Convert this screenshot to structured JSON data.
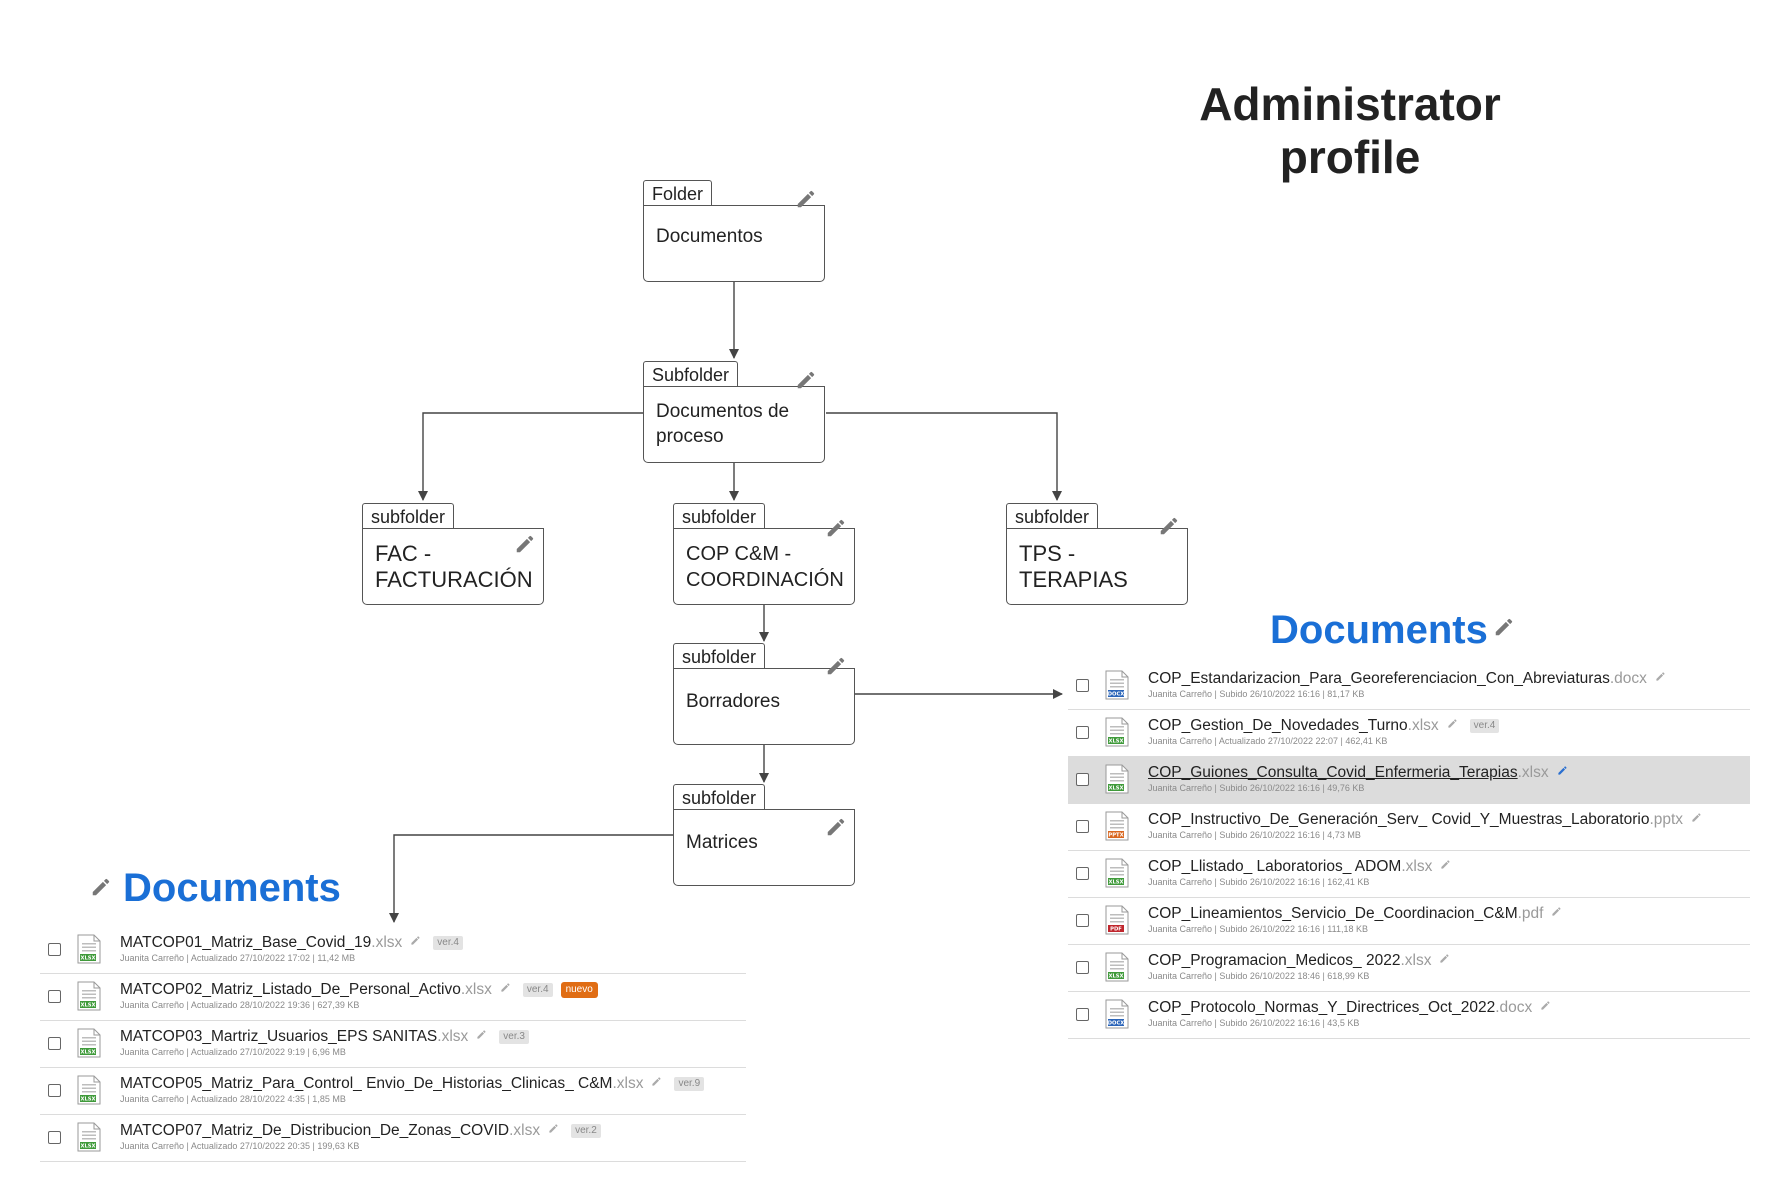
{
  "title": "Administrator\nprofile",
  "colors": {
    "heading_blue": "#1a6fd6",
    "line": "#444444",
    "nuevo_badge": "#e06d14",
    "highlight_row": "#dcdcdc"
  },
  "folders": {
    "documentos": {
      "tab": "Folder",
      "label": "Documentos"
    },
    "proceso": {
      "tab": "Subfolder",
      "label": "Documentos de\nproceso"
    },
    "fac": {
      "tab": "subfolder",
      "label": "FAC -\nFACTURACIÓN"
    },
    "cop": {
      "tab": "subfolder",
      "label": "COP C&M -\nCOORDINACIÓN"
    },
    "tps": {
      "tab": "subfolder",
      "label": "TPS -\nTERAPIAS"
    },
    "borradores": {
      "tab": "subfolder",
      "label": "Borradores"
    },
    "matrices": {
      "tab": "subfolder",
      "label": "Matrices"
    }
  },
  "right_panel": {
    "heading": "Documents",
    "files": [
      {
        "name": "COP_Estandarizacion_Para_Georeferenciacion_Con_Abreviaturas",
        "ext": ".docx",
        "type": "docx",
        "meta": "Juanita Carreño | Subido 26/10/2022 16:16 | 81,17 KB",
        "version": "",
        "highlight": false
      },
      {
        "name": "COP_Gestion_De_Novedades_Turno",
        "ext": ".xlsx",
        "type": "xlsx",
        "meta": "Juanita Carreño | Actualizado 27/10/2022 22:07 | 462,41 KB",
        "version": "ver.4",
        "highlight": false
      },
      {
        "name": "COP_Guiones_Consulta_Covid_Enfermeria_Terapias",
        "ext": ".xlsx",
        "type": "xlsx",
        "meta": "Juanita Carreño | Subido 26/10/2022 16:16 | 49,76 KB",
        "version": "",
        "highlight": true
      },
      {
        "name": "COP_Instructivo_De_Generación_Serv_ Covid_Y_Muestras_Laboratorio",
        "ext": ".pptx",
        "type": "pptx",
        "meta": "Juanita Carreño | Subido 26/10/2022 16:16 | 4,73 MB",
        "version": "",
        "highlight": false
      },
      {
        "name": "COP_Llistado_ Laboratorios_ ADOM",
        "ext": ".xlsx",
        "type": "xlsx",
        "meta": "Juanita Carreño | Subido 26/10/2022 16:16 | 162,41 KB",
        "version": "",
        "highlight": false
      },
      {
        "name": "COP_Lineamientos_Servicio_De_Coordinacion_C&M",
        "ext": ".pdf",
        "type": "pdf",
        "meta": "Juanita Carreño | Subido 26/10/2022 16:16 | 111,18 KB",
        "version": "",
        "highlight": false
      },
      {
        "name": "COP_Programacion_Medicos_ 2022",
        "ext": ".xlsx",
        "type": "xlsx",
        "meta": "Juanita Carreño | Subido 26/10/2022 18:46 | 618,99 KB",
        "version": "",
        "highlight": false
      },
      {
        "name": "COP_Protocolo_Normas_Y_Directrices_Oct_2022",
        "ext": ".docx",
        "type": "docx",
        "meta": "Juanita Carreño | Subido 26/10/2022 16:16 | 43,5 KB",
        "version": "",
        "highlight": false
      }
    ]
  },
  "left_panel": {
    "heading": "Documents",
    "files": [
      {
        "name": "MATCOP01_Matriz_Base_Covid_19",
        "ext": ".xlsx",
        "type": "xlsx",
        "meta": "Juanita Carreño | Actualizado 27/10/2022 17:02 | 11,42 MB",
        "version": "ver.4",
        "tag": ""
      },
      {
        "name": "MATCOP02_Matriz_Listado_De_Personal_Activo",
        "ext": ".xlsx",
        "type": "xlsx",
        "meta": "Juanita Carreño | Actualizado 28/10/2022 19:36 | 627,39 KB",
        "version": "ver.4",
        "tag": "nuevo"
      },
      {
        "name": "MATCOP03_Martriz_Usuarios_EPS SANITAS",
        "ext": ".xlsx",
        "type": "xlsx",
        "meta": "Juanita Carreño | Actualizado 27/10/2022 9:19 | 6,96 MB",
        "version": "ver.3",
        "tag": ""
      },
      {
        "name": "MATCOP05_Matriz_Para_Control_ Envio_De_Historias_Clinicas_ C&M",
        "ext": ".xlsx",
        "type": "xlsx",
        "meta": "Juanita Carreño | Actualizado 28/10/2022 4:35 | 1,85 MB",
        "version": "ver.9",
        "tag": ""
      },
      {
        "name": "MATCOP07_Matriz_De_Distribucion_De_Zonas_COVID",
        "ext": ".xlsx",
        "type": "xlsx",
        "meta": "Juanita Carreño | Actualizado 27/10/2022 20:35 | 199,63 KB",
        "version": "ver.2",
        "tag": ""
      }
    ]
  }
}
